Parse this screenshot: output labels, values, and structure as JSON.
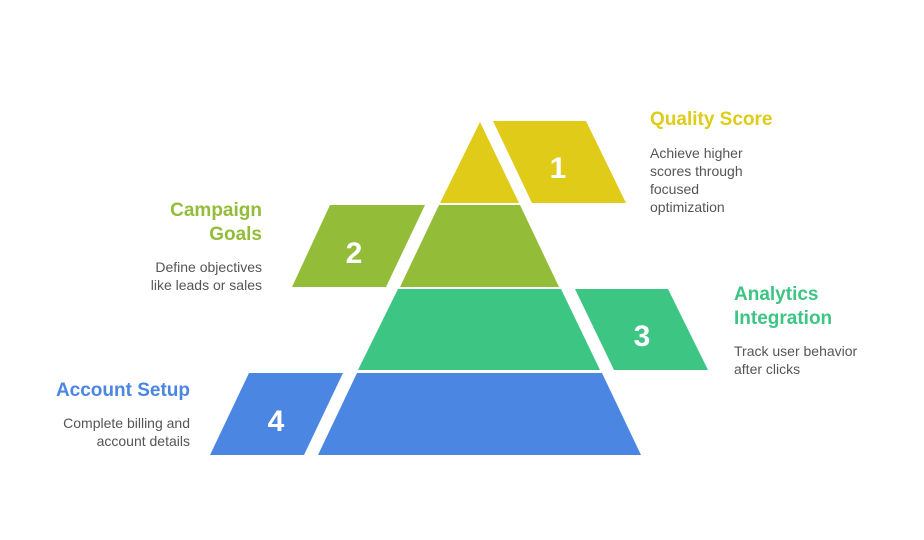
{
  "colors": {
    "level1": "#DFCB18",
    "level2": "#93BD39",
    "level3": "#3DC583",
    "level4": "#4B86E3"
  },
  "levels": [
    {
      "number": "1",
      "title": "Quality Score",
      "description": "Achieve higher scores through focused optimization"
    },
    {
      "number": "2",
      "title": "Campaign Goals",
      "description": "Define objectives like leads or sales"
    },
    {
      "number": "3",
      "title": "Analytics Integration",
      "description": "Track user behavior after clicks"
    },
    {
      "number": "4",
      "title": "Account Setup",
      "description": "Complete billing and account details"
    }
  ]
}
